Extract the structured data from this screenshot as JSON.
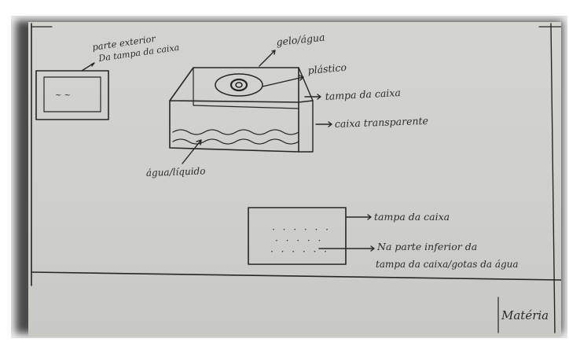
{
  "figure": {
    "labels": {
      "exterior_line1": "parte exterior",
      "exterior_line2": "Da tampa da caixa",
      "gelo_agua": "gelo/água",
      "plastico": "plástico",
      "tampa_caixa_top": "tampa da caixa",
      "caixa_transparente": "caixa transparente",
      "agua_liquido": "água/líquido",
      "tampa_caixa_bottom": "tampa da caixa",
      "interior_line1": "Na parte inferior da",
      "interior_line2": "tampa da caixa/gotas da água",
      "materia": "Matéria"
    },
    "colors": {
      "paper": "#cfcfcb",
      "ink": "#262626",
      "background": "#ffffff"
    }
  }
}
